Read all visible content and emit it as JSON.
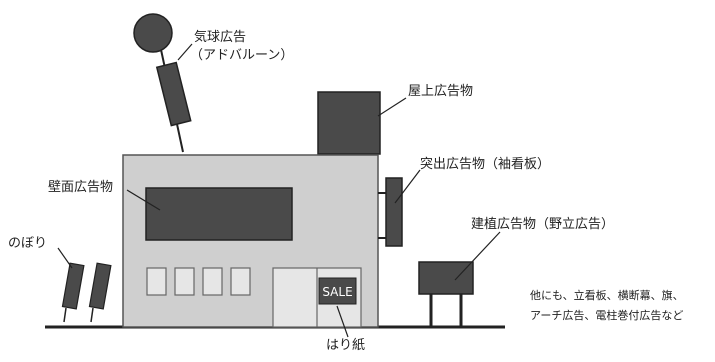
{
  "labels": {
    "balloon_line1": "気球広告",
    "balloon_line2": "（アドバルーン）",
    "rooftop": "屋上広告物",
    "projecting": "突出広告物（袖看板）",
    "wall": "壁面広告物",
    "standing": "建植広告物（野立広告）",
    "nobori": "のぼり",
    "harigami": "はり紙",
    "sale": "SALE"
  },
  "note": {
    "line1": "他にも、立看板、横断幕、旗、",
    "line2": "アーチ広告、電柱巻付広告など"
  },
  "colors": {
    "building": "#cfcfcf",
    "dark": "#4a4a4a",
    "window": "#e6e6e6",
    "line": "#222222"
  }
}
